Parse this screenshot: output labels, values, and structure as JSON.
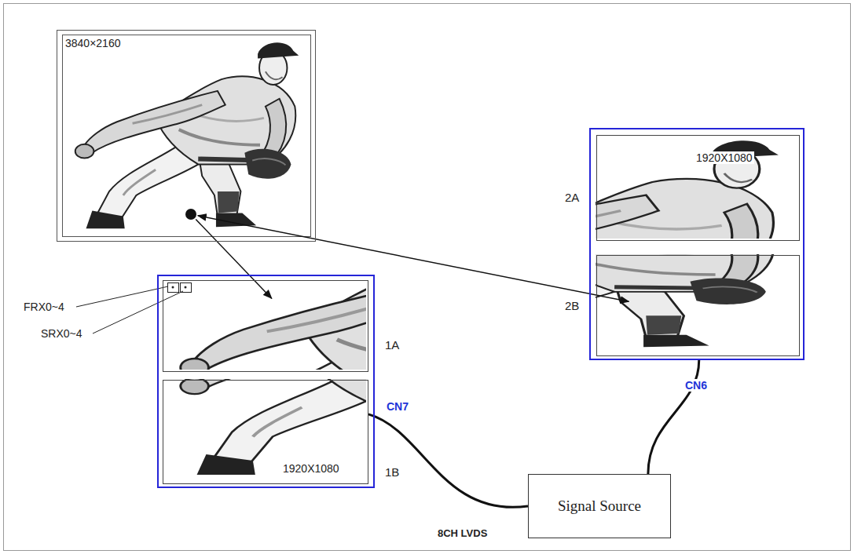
{
  "diagram": {
    "nodes": [
      {
        "text": [
          "3840×2160"
        ]
      },
      {
        "text": [
          "CN7"
        ]
      },
      {
        "text": [
          "1A"
        ],
        "in": 1
      },
      {
        "text": [
          "1B",
          "1920X1080"
        ],
        "in": 1
      },
      {
        "text": [
          "CN6"
        ]
      },
      {
        "text": [
          "2A",
          "1920X1080"
        ],
        "in": 4
      },
      {
        "text": [
          "2B"
        ],
        "in": 4
      },
      {
        "text": [
          "Signal Source"
        ]
      }
    ],
    "edges": [
      {
        "from": 0,
        "to": 2,
        "arrow": "to"
      },
      {
        "from": 0,
        "to": 6,
        "arrow": "both"
      },
      {
        "from": 3,
        "to": 7,
        "arrow": "none"
      },
      {
        "from": 4,
        "to": 7,
        "arrow": "none"
      }
    ],
    "labels": [
      "FRX0~4",
      "SRX0~4",
      "8CH LVDS"
    ]
  }
}
